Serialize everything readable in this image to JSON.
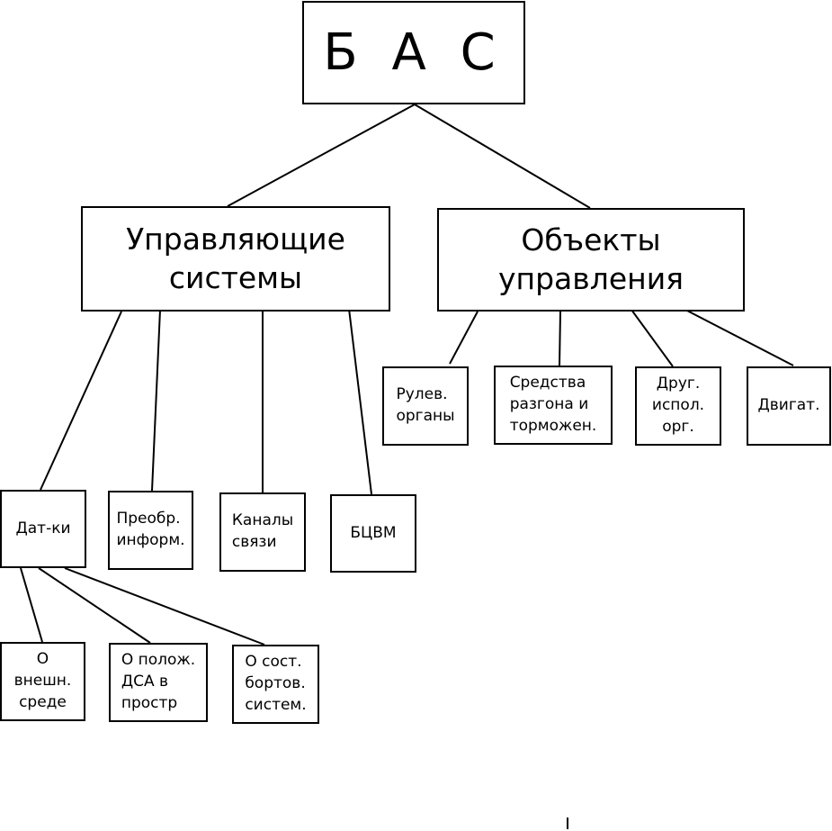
{
  "diagram": {
    "root": "Б А С",
    "branches": {
      "control_systems": {
        "label": "Управляющие\nсистемы",
        "children": {
          "sensors": {
            "label": "Дат-ки",
            "children": {
              "external_env": "О\nвнешн.\nсреде",
              "position": "О полож.\nДСА в\nпростр",
              "onboard_state": "О сост.\nбортов.\nсистем."
            }
          },
          "converter": "Преобр.\nинформ.",
          "channels": "Каналы\nсвязи",
          "computer": "БЦВМ"
        }
      },
      "control_objects": {
        "label": "Объекты\nуправления",
        "children": {
          "rudders": "Рулев.\nорганы",
          "accel_brake": "Средства\nразгона и\nторможен.",
          "other": "Друг.\nиспол.\nорг.",
          "engines": "Двигат."
        }
      }
    },
    "colors": {
      "line": "#000000",
      "box_border": "#000000",
      "background": "#ffffff"
    }
  }
}
